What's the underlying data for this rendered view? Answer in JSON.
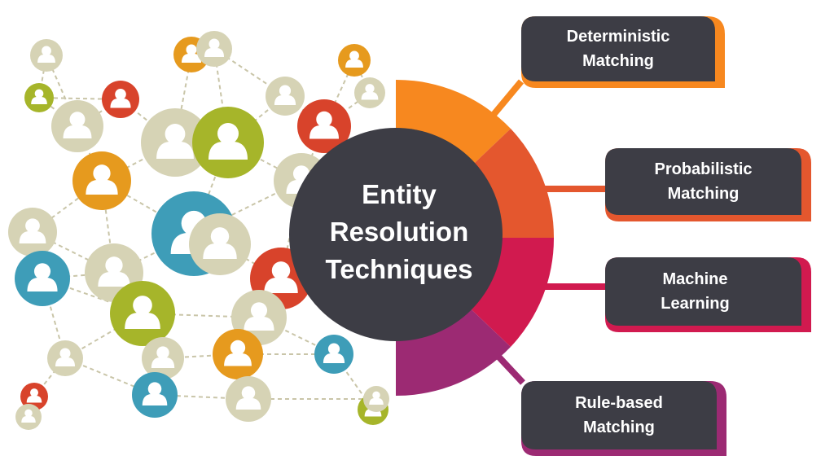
{
  "title": {
    "line1": "Entity",
    "line2": "Resolution",
    "line3": "Techniques"
  },
  "techniques": [
    {
      "line1": "Deterministic",
      "line2": "Matching",
      "color": "#F7881F"
    },
    {
      "line1": "Probabilistic",
      "line2": "Matching",
      "color": "#E4572E"
    },
    {
      "line1": "Machine",
      "line2": "Learning",
      "color": "#D11A4F"
    },
    {
      "line1": "Rule-based",
      "line2": "Matching",
      "color": "#9C2A73"
    }
  ],
  "colors": {
    "hub": "#3D3D45",
    "box": "#3D3D45",
    "network_line": "#C9C5A8",
    "node_beige": "#D6D3B5",
    "node_orange": "#E69A1E",
    "node_red": "#D8432B",
    "node_green": "#A6B52A",
    "node_blue": "#3E9DB8"
  },
  "icons": {
    "person": "person-silhouette-icon"
  }
}
